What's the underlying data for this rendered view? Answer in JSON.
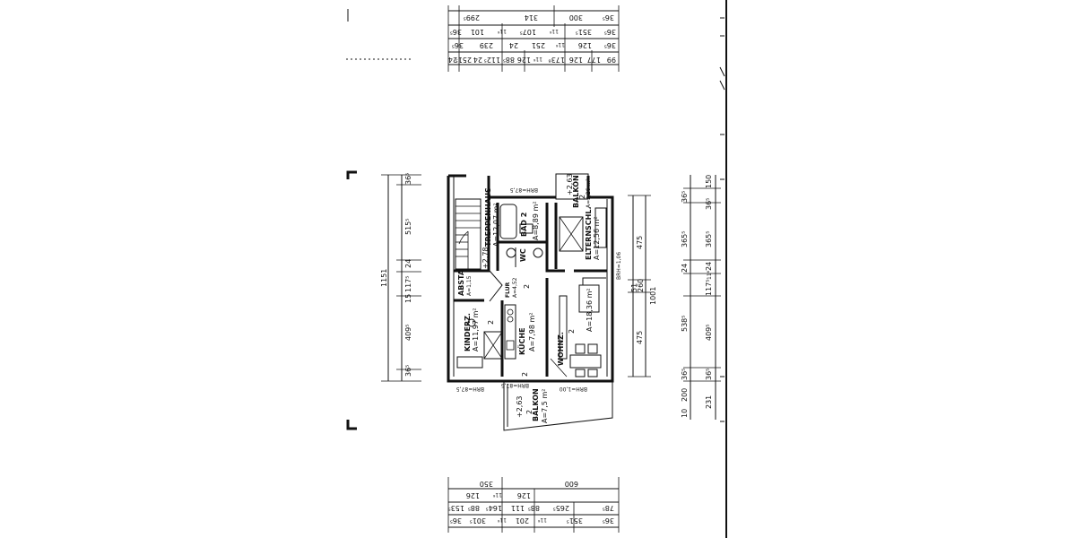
{
  "plan": {
    "rooms": {
      "treppenhaus": {
        "name": "TREPPENHAUS",
        "area": "A=12,07 m²"
      },
      "bad": {
        "name": "BAD 2",
        "area": "A=8,89 m²"
      },
      "wc": {
        "name": "WC"
      },
      "elternschl": {
        "name": "ELTERNSCHL.",
        "area": "A=12,56 m²"
      },
      "balkon_top": {
        "name": "BALKON",
        "num": "2",
        "area": "A=2,26 m²"
      },
      "absta": {
        "name": "ABSTA",
        "area": "A=1,15"
      },
      "flur": {
        "name": "FLUR",
        "area": "A=4,52",
        "num": "2"
      },
      "wohnz": {
        "name": "WOHNZ.",
        "area": "A=18,36 m²",
        "num": "2"
      },
      "kinderz": {
        "name": "KINDERZ.",
        "area": "A=11,97 m²",
        "num": "2"
      },
      "kueche": {
        "name": "KÜCHE",
        "area": "A=7,98 m²",
        "num": "2"
      },
      "balkon_bottom": {
        "name": "BALKON",
        "num": "2",
        "area": "A=7,5 m²"
      }
    },
    "levels": {
      "stair": "+2,78",
      "balcony_top": "+2,63",
      "balcony_bottom": "+2,63"
    },
    "parapets": {
      "a": "BRH=87,5",
      "b": "BRH=87,5",
      "c": "BRH=87,5",
      "d": "BRH=1,00",
      "e": "BRH=1,06"
    }
  },
  "dimensions": {
    "top": {
      "row1": [
        "36⁵",
        "300",
        "314",
        "299⁵"
      ],
      "row2": [
        "36⁵",
        "351⁵",
        "11⁶",
        "107⁵",
        "11⁶",
        "101",
        "36⁵"
      ],
      "row3": [
        "36⁵",
        "126",
        "11⁶",
        "251",
        "24",
        "239",
        "36⁵"
      ],
      "row4": [
        "99",
        "177",
        "126",
        "173⁸",
        "11⁶",
        "126",
        "88⁵",
        "112⁵",
        "24",
        "251⁵",
        "24"
      ]
    },
    "left": [
      "36⁵",
      "409⁵",
      "15",
      "117⁵",
      "24",
      "515⁵",
      "36⁵",
      "1151"
    ],
    "right_inner": [
      "475",
      "51",
      "260",
      "475",
      "1001"
    ],
    "right_outer_a": [
      "150",
      "36⁵",
      "365⁵",
      "24",
      "538⁵",
      "36⁵",
      "200",
      "10"
    ],
    "right_outer_b": [
      "36⁵",
      "365⁵",
      "24",
      "117⁵",
      "11⁶",
      "409⁵",
      "36⁵",
      "231"
    ],
    "bottom": {
      "row1": [
        "350",
        "600"
      ],
      "row2": [
        "126",
        "11⁶",
        "126"
      ],
      "row3": [
        "153⁵",
        "88⁵",
        "164⁵",
        "111",
        "88⁵",
        "265⁵",
        "78⁵"
      ],
      "row4": [
        "36⁵",
        "301⁵",
        "11⁶",
        "201",
        "11⁶",
        "351⁵",
        "36⁵"
      ]
    }
  }
}
